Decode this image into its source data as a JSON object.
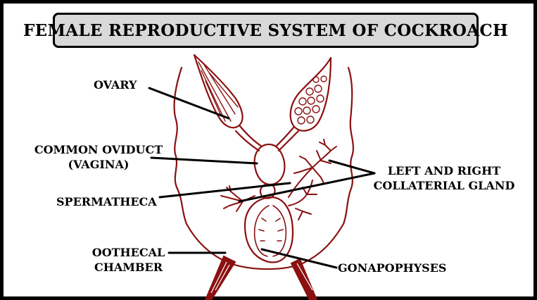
{
  "title": "FEMALE REPRODUCTIVE SYSTEM OF COCKROACH",
  "colors": {
    "organ_stroke": "#8b1010",
    "leader_line": "#000000",
    "title_background": "#d9d9d9",
    "frame": "#000000"
  },
  "labels": {
    "ovary": "OVARY",
    "common_oviduct_line1": "COMMON OVIDUCT",
    "common_oviduct_line2": "(VAGINA)",
    "spermatheca": "SPERMATHECA",
    "oothecal_line1": "OOTHECAL",
    "oothecal_line2": "CHAMBER",
    "collateral_line1": "LEFT AND RIGHT",
    "collateral_line2": "COLLATERIAL GLAND",
    "gonapophyses": "GONAPOPHYSES"
  }
}
